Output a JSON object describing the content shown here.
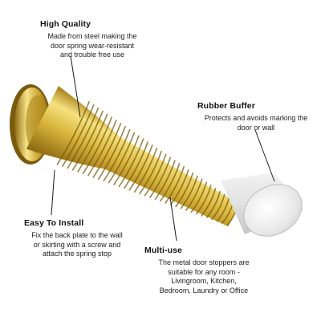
{
  "image": {
    "subject": "brass spring door stopper with white rubber buffer tip",
    "colors": {
      "brass_light": "#f3df7a",
      "brass_mid": "#d7b23a",
      "brass_dark": "#9c7412",
      "rubber": "#e4e5e4",
      "leader_line": "#1a1a1a"
    }
  },
  "callouts": {
    "high_quality": {
      "title": "High Quality",
      "body": "Made from steel making the\ndoor spring wear-resistant\nand trouble free use"
    },
    "rubber_buffer": {
      "title": "Rubber Buffer",
      "body": "Protects and avoids marking the\ndoor or wall"
    },
    "easy_install": {
      "title": "Easy To Install",
      "body": "Fix the back plate to the wall\nor skirting with a screw and\nattach the spring stop"
    },
    "multi_use": {
      "title": "Multi-use",
      "body": "The metal door stoppers are\nsuitable for any room -\nLivingroom, Kitchen,\nBedroom, Laundry or Office"
    }
  }
}
